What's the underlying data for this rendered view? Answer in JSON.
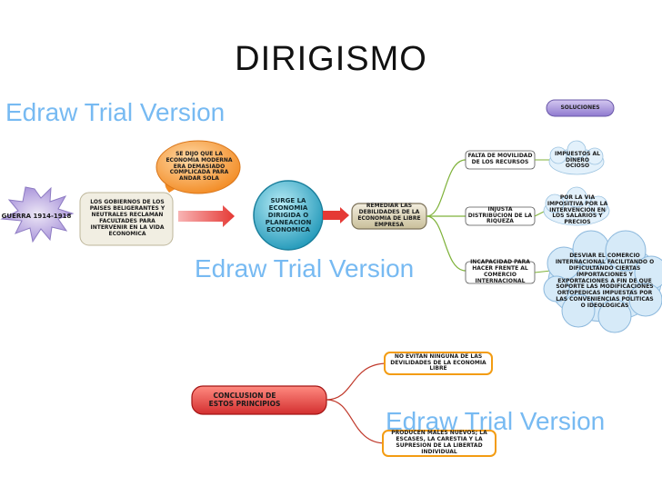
{
  "title": "DIRIGISMO",
  "watermark": "Edraw Trial Version",
  "nodes": {
    "guerra": "GUERRA 1914-1918",
    "gobiernos": "LOS GOBIERNOS DE LOS PAISES BELIGERANTES Y NEUTRALES RECLAMAN FACULTADES PARA INTERVENIR EN LA VIDA ECONOMICA",
    "complicada": "SE DIJO QUE LA ECONOMIA MODERNA ERA DEMASIADO COMPLICADA PARA ANDAR SOLA",
    "surge": "SURGE LA ECONOMIA DIRIGIDA O PLANEACION ECONOMICA",
    "remediar": "REMEDIAR LAS DEBILIDADES DE LA ECONOMIA DE LIBRE EMPRESA",
    "soluciones": "SOLUCIONES",
    "falta": "FALTA DE MOVILIDAD DE LOS RECURSOS",
    "impuestos": "IMPUESTOS AL DINERO OCIOSO",
    "injusta": "INJUSTA DISTRIBUCION DE LA RIQUEZA",
    "via_impositiva": "POR LA VIA IMPOSITIVA POR LA INTERVENCION EN LOS SALARIOS Y PRECIOS",
    "incapacidad": "INCAPACIDAD PARA HACER FRENTE AL COMERCIO INTERNACIONAL",
    "desviar": "DESVIAR EL COMERCIO INTERNACIONAL FACILITANDO O DIFICULTANDO CIERTAS IMPORTACIONES Y EXPORTACIONES A FIN DE QUE SOPORTE LAS MODIFICACIONES ORTOPEDICAS IMPUESTAS POR LAS CONVENIENCIAS POLITICAS O IDEOLOGICAS",
    "conclusion": "CONCLUSION DE ESTOS PRINCIPIOS",
    "no_evitan": "NO EVITAN NINGUNA DE LAS DEVILIDADES DE LA ECONOMIA LIBRE",
    "producen": "PRODUCEN MALES NUEVOS; LA ESCASES, LA CARESTIA Y LA SUPRESION DE LA LIBERTAD INDIVIDUAL"
  },
  "colors": {
    "starburst": "#b39ddb",
    "gobiernos_fill": "#e8e4d4",
    "complicada_fill": "#f7943a",
    "surge_fill": "#29a8c8",
    "remediar_fill": "#d9d1b4",
    "soluciones_fill": "#a38fd6",
    "branch_line": "#c0392b",
    "bracket": "#7fb23a",
    "cloud": "#cfe6f7",
    "conclusion_fill": "#e53935",
    "orange_border": "#f39c12",
    "arrow": "#e53935",
    "watermark": "#4aa3ee"
  }
}
